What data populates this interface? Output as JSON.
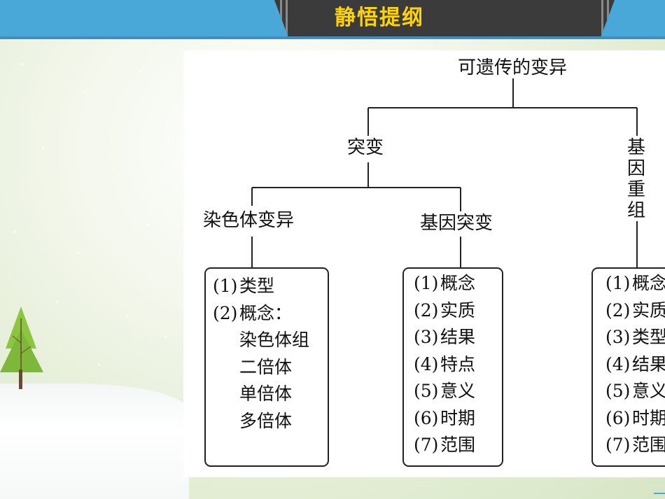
{
  "header": {
    "title": "静悟提纲"
  },
  "diagram": {
    "root": "可遗传的变异",
    "mutation": "突变",
    "recombination": [
      "基",
      "因",
      "重",
      "组"
    ],
    "chromosome_variation": "染色体变异",
    "gene_mutation": "基因突变",
    "chromosome_box": [
      {
        "num": "(1)",
        "text": "类型"
      },
      {
        "num": "(2)",
        "text": "概念："
      },
      {
        "num": "",
        "text": "染色体组"
      },
      {
        "num": "",
        "text": "二倍体"
      },
      {
        "num": "",
        "text": "单倍体"
      },
      {
        "num": "",
        "text": "多倍体"
      }
    ],
    "gene_mutation_box": [
      {
        "num": "(1)",
        "text": "概念"
      },
      {
        "num": "(2)",
        "text": "实质"
      },
      {
        "num": "(3)",
        "text": "结果"
      },
      {
        "num": "(4)",
        "text": "特点"
      },
      {
        "num": "(5)",
        "text": "意义"
      },
      {
        "num": "(6)",
        "text": "时期"
      },
      {
        "num": "(7)",
        "text": "范围"
      }
    ],
    "recombination_box": [
      {
        "num": "(1)",
        "text": "概念"
      },
      {
        "num": "(2)",
        "text": "实质"
      },
      {
        "num": "(3)",
        "text": "类型"
      },
      {
        "num": "(4)",
        "text": "结果"
      },
      {
        "num": "(5)",
        "text": "意义"
      },
      {
        "num": "(6)",
        "text": "时期"
      },
      {
        "num": "(7)",
        "text": "范围"
      }
    ]
  },
  "colors": {
    "header": "#4aa8d8",
    "title_band": "#3b3b3b",
    "title_text": "#ffd400",
    "tree": "#8cc63f"
  }
}
